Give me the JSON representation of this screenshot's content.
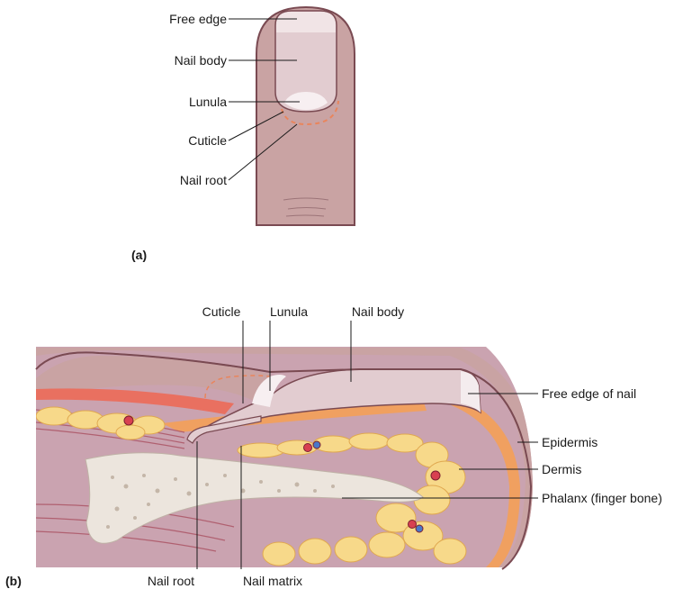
{
  "panel_a": {
    "tag": "(a)",
    "labels": {
      "free_edge": "Free edge",
      "nail_body": "Nail body",
      "lunula": "Lunula",
      "cuticle": "Cuticle",
      "nail_root": "Nail root"
    }
  },
  "panel_b": {
    "tag": "(b)",
    "labels": {
      "cuticle": "Cuticle",
      "lunula": "Lunula",
      "nail_body": "Nail body",
      "free_edge_of_nail": "Free edge of nail",
      "epidermis": "Epidermis",
      "dermis": "Dermis",
      "phalanx": "Phalanx (finger bone)",
      "nail_root": "Nail root",
      "nail_matrix": "Nail matrix"
    }
  },
  "colors": {
    "skin": "#c9a3a3",
    "skin_dark": "#7a4a52",
    "nail": "#e2ccd0",
    "fat": "#f7d98a",
    "dermis_orange": "#f0a060",
    "bone": "#ece5dd",
    "soft_tissue": "#caa3b0"
  }
}
